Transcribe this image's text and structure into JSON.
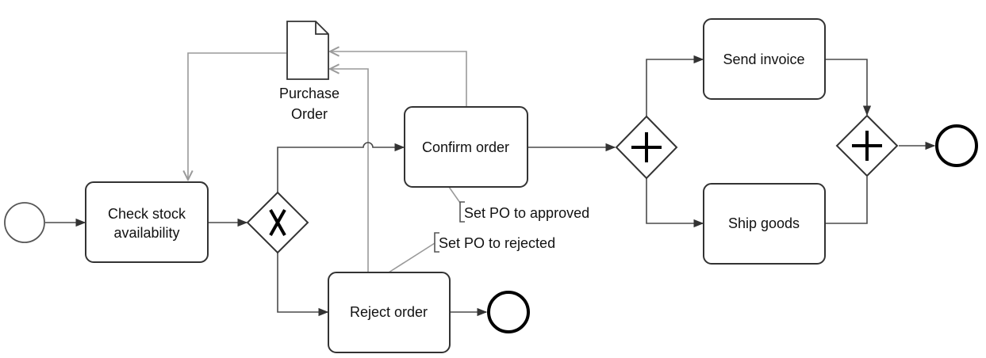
{
  "tasks": {
    "check_stock_line1": "Check stock",
    "check_stock_line2": "availability",
    "confirm_order": "Confirm order",
    "reject_order": "Reject order",
    "send_invoice": "Send invoice",
    "ship_goods": "Ship goods"
  },
  "data_object": {
    "line1": "Purchase",
    "line2": "Order"
  },
  "annotations": {
    "approved": "Set PO to approved",
    "rejected": "Set PO to rejected"
  },
  "gateways": {
    "exclusive_icon": "x-icon",
    "parallel_icon": "plus-icon"
  },
  "colors": {
    "sequence_flow": "#4a4a4a",
    "association": "#9a9a9a",
    "end_event": "#000000"
  }
}
